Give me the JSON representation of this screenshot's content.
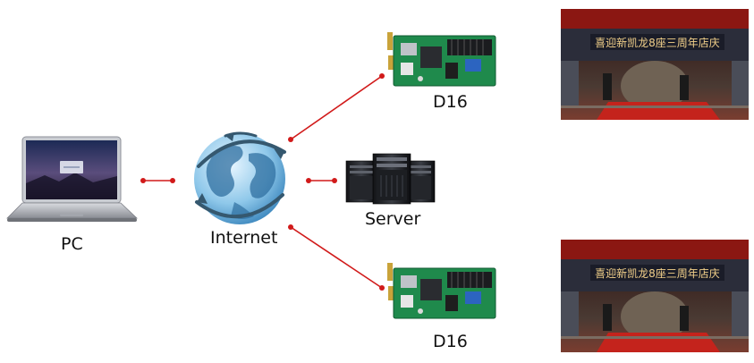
{
  "nodes": {
    "pc": {
      "label": "PC"
    },
    "internet": {
      "label": "Internet"
    },
    "server": {
      "label": "Server"
    },
    "card_top": {
      "label": "D16"
    },
    "card_bottom": {
      "label": "D16"
    }
  },
  "sign_text": "喜迎新凯龙8座三周年店庆",
  "colors": {
    "connector": "#d11a1a",
    "pcb": "#1f8a4c",
    "led": "#c81e1e"
  }
}
